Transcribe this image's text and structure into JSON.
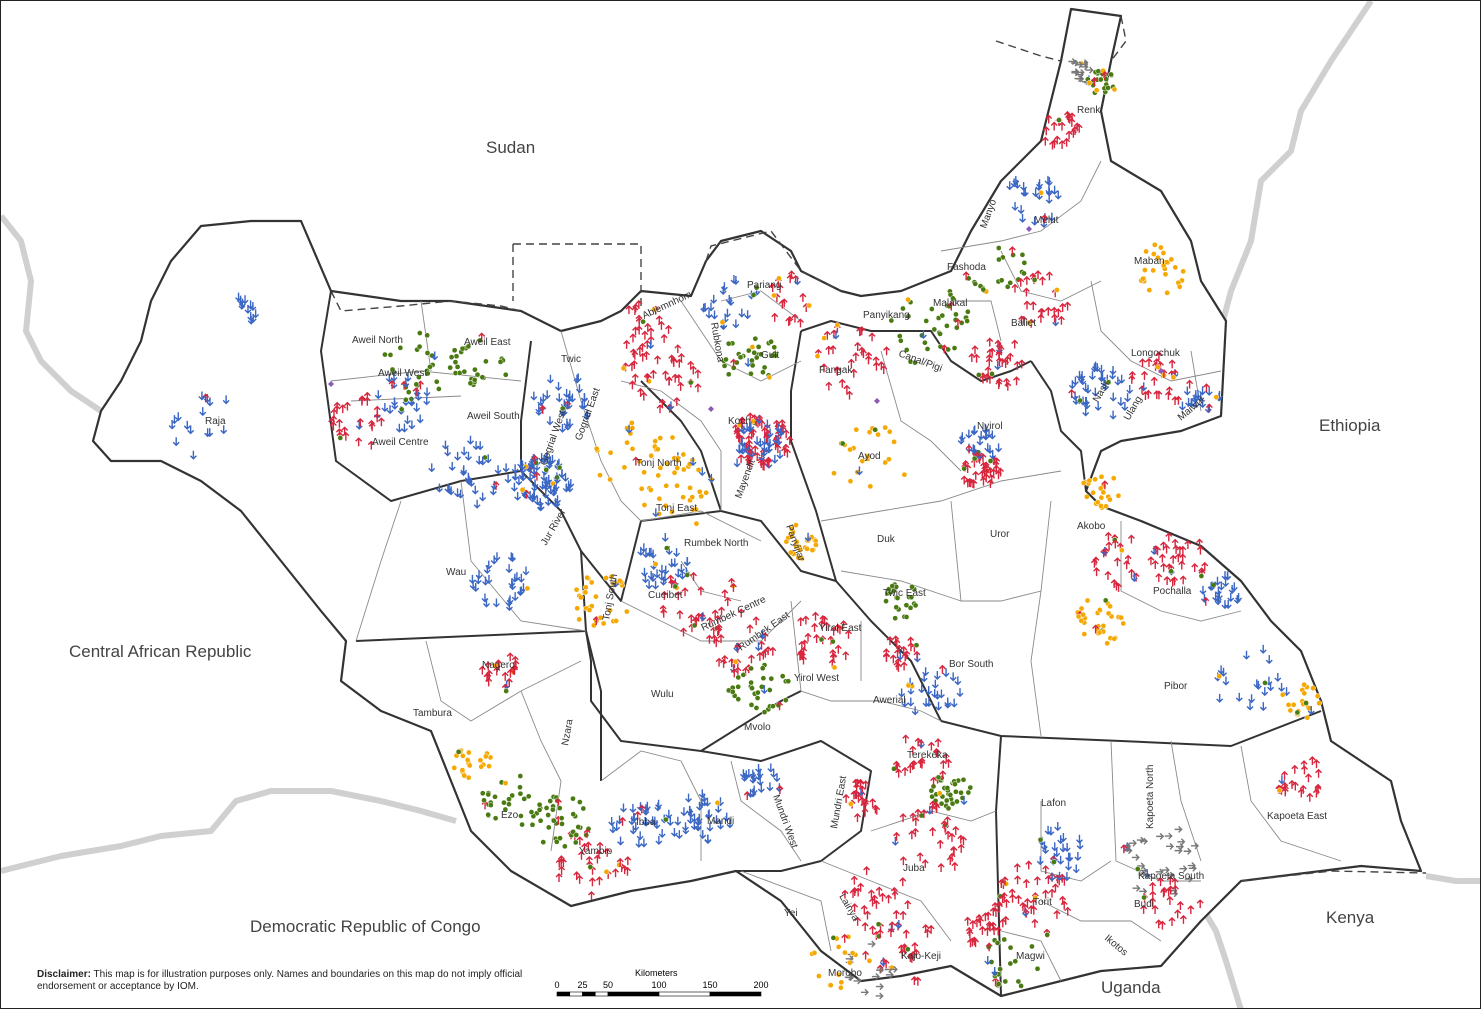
{
  "countries": [
    {
      "id": "sudan",
      "label": "Sudan"
    },
    {
      "id": "ethiopia",
      "label": "Ethiopia"
    },
    {
      "id": "car",
      "label": "Central African Republic"
    },
    {
      "id": "drc",
      "label": "Democratic Republic of Congo"
    },
    {
      "id": "kenya",
      "label": "Kenya"
    },
    {
      "id": "uganda",
      "label": "Uganda"
    }
  ],
  "counties": [
    {
      "id": "renk",
      "label": "Renk"
    },
    {
      "id": "manyo",
      "label": "Manyo",
      "rotate": -70
    },
    {
      "id": "melut",
      "label": "Melut"
    },
    {
      "id": "maban",
      "label": "Maban"
    },
    {
      "id": "fashoda",
      "label": "Fashoda"
    },
    {
      "id": "malakal",
      "label": "Malakal"
    },
    {
      "id": "baliet",
      "label": "Baliet"
    },
    {
      "id": "panyikang",
      "label": "Panyikang"
    },
    {
      "id": "canal-pigi",
      "label": "Canal/Pigi",
      "rotate": 20
    },
    {
      "id": "longochuk",
      "label": "Longochuk"
    },
    {
      "id": "maiwut",
      "label": "Maiwut",
      "rotate": -40
    },
    {
      "id": "ulang",
      "label": "Ulang",
      "rotate": -60
    },
    {
      "id": "nasir",
      "label": "Nasir",
      "rotate": -60
    },
    {
      "id": "fangak",
      "label": "Fangak"
    },
    {
      "id": "nyirol",
      "label": "Nyirol"
    },
    {
      "id": "ayod",
      "label": "Ayod"
    },
    {
      "id": "akobo",
      "label": "Akobo"
    },
    {
      "id": "uror",
      "label": "Uror"
    },
    {
      "id": "duk",
      "label": "Duk"
    },
    {
      "id": "pariang",
      "label": "Pariang"
    },
    {
      "id": "abiemnhom",
      "label": "Abiemnhom",
      "rotate": -25
    },
    {
      "id": "rubkona",
      "label": "Rubkona",
      "rotate": 80
    },
    {
      "id": "guit",
      "label": "Guit"
    },
    {
      "id": "koch",
      "label": "Koch"
    },
    {
      "id": "mayendit",
      "label": "Mayendit",
      "rotate": -70
    },
    {
      "id": "panyijiar",
      "label": "Panyijiar",
      "rotate": 70
    },
    {
      "id": "aweil-north",
      "label": "Aweil North"
    },
    {
      "id": "aweil-east",
      "label": "Aweil East"
    },
    {
      "id": "aweil-west",
      "label": "Aweil West"
    },
    {
      "id": "aweil-south",
      "label": "Aweil South"
    },
    {
      "id": "aweil-centre",
      "label": "Aweil Centre"
    },
    {
      "id": "twic",
      "label": "Twic"
    },
    {
      "id": "gogrial-west",
      "label": "Gogrial West",
      "rotate": -70
    },
    {
      "id": "gogrial-east",
      "label": "Gogrial East",
      "rotate": -70
    },
    {
      "id": "tonj-north",
      "label": "Tonj North"
    },
    {
      "id": "tonj-east",
      "label": "Tonj East"
    },
    {
      "id": "tonj-south",
      "label": "Tonj South",
      "rotate": -80
    },
    {
      "id": "raja",
      "label": "Raja"
    },
    {
      "id": "wau",
      "label": "Wau"
    },
    {
      "id": "jur-river",
      "label": "Jur River",
      "rotate": -60
    },
    {
      "id": "rumbek-north",
      "label": "Rumbek North"
    },
    {
      "id": "rumbek-centre",
      "label": "Rumbek Centre",
      "rotate": -25
    },
    {
      "id": "rumbek-east",
      "label": "Rumbek East",
      "rotate": -35
    },
    {
      "id": "cueibet",
      "label": "Cueibet"
    },
    {
      "id": "wulu",
      "label": "Wulu"
    },
    {
      "id": "yirol-east",
      "label": "Yirol East"
    },
    {
      "id": "yirol-west",
      "label": "Yirol West"
    },
    {
      "id": "awerial",
      "label": "Awerial"
    },
    {
      "id": "twic-east",
      "label": "Twic East"
    },
    {
      "id": "bor-south",
      "label": "Bor South"
    },
    {
      "id": "pochalla",
      "label": "Pochalla"
    },
    {
      "id": "pibor",
      "label": "Pibor"
    },
    {
      "id": "nagero",
      "label": "Nagero"
    },
    {
      "id": "tambura",
      "label": "Tambura"
    },
    {
      "id": "nzara",
      "label": "Nzara",
      "rotate": -80
    },
    {
      "id": "ezo",
      "label": "Ezo"
    },
    {
      "id": "yambio",
      "label": "Yambio"
    },
    {
      "id": "ibba",
      "label": "Ibba"
    },
    {
      "id": "maridi",
      "label": "Maridi"
    },
    {
      "id": "mvolo",
      "label": "Mvolo"
    },
    {
      "id": "mundri-west",
      "label": "Mundri West",
      "rotate": 70
    },
    {
      "id": "mundri-east",
      "label": "Mundri East",
      "rotate": -80
    },
    {
      "id": "terekeka",
      "label": "Terekeka"
    },
    {
      "id": "juba",
      "label": "Juba"
    },
    {
      "id": "yei",
      "label": "Yei"
    },
    {
      "id": "lainya",
      "label": "Lainya",
      "rotate": 60
    },
    {
      "id": "morobo",
      "label": "Morobo"
    },
    {
      "id": "kajo-keji",
      "label": "Kajo-Keji"
    },
    {
      "id": "magwi",
      "label": "Magwi"
    },
    {
      "id": "torit",
      "label": "Torit"
    },
    {
      "id": "lafon",
      "label": "Lafon"
    },
    {
      "id": "ikotos",
      "label": "Ikotos",
      "rotate": 40
    },
    {
      "id": "kapoeta-north",
      "label": "Kapoeta North",
      "rotate": -90
    },
    {
      "id": "kapoeta-south",
      "label": "Kapoeta South"
    },
    {
      "id": "budi",
      "label": "Budi"
    },
    {
      "id": "kapoeta-east",
      "label": "Kapoeta East"
    }
  ],
  "scale_bar": {
    "title": "Kilometers",
    "ticks": [
      "0",
      "25",
      "50",
      "100",
      "150",
      "200"
    ],
    "tick_values": [
      0,
      25,
      50,
      100,
      150,
      200
    ],
    "max_value": 200
  },
  "disclaimer": {
    "label": "Disclaimer:",
    "text": "This map is for illustration purposes only. Names and boundaries on this map do not imply official endorsement or acceptance by IOM."
  },
  "colors": {
    "state_boundary": "#333333",
    "county_boundary": "#888888",
    "disputed_boundary": "#444444",
    "neighbor_border": "#cccccc",
    "marker_red": "#d7263d",
    "marker_blue": "#3a66c4",
    "marker_green": "#4a7a12",
    "marker_orange": "#f5a800",
    "marker_gray": "#777777",
    "marker_purple": "#8a5bb5"
  },
  "marker_types": [
    {
      "id": "up-arrow",
      "icon": "up-arrow-icon",
      "color": "#d7263d"
    },
    {
      "id": "down-arrow",
      "icon": "down-arrow-icon",
      "color": "#3a66c4"
    },
    {
      "id": "green-pin",
      "icon": "pin-icon",
      "color": "#4a7a12"
    },
    {
      "id": "orange-pin",
      "icon": "pin-icon",
      "color": "#f5a800"
    },
    {
      "id": "gray-arrow",
      "icon": "right-arrow-icon",
      "color": "#777777"
    },
    {
      "id": "purple-diamond",
      "icon": "diamond-icon",
      "color": "#8a5bb5"
    }
  ]
}
